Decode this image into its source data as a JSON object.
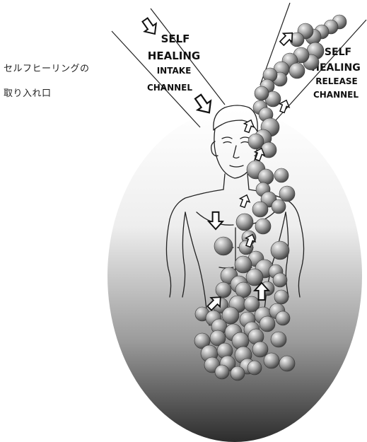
{
  "caption": {
    "line1": "セルフヒーリングの",
    "line2": "取り入れ口"
  },
  "intake_label": {
    "line1": "SELF",
    "line2": "HEALING",
    "line3": "INTAKE",
    "line4": "CHANNEL"
  },
  "release_label": {
    "line1": "SELF",
    "line2": "HEALING",
    "line3": "RELEASE",
    "line4": "CHANNEL"
  },
  "colors": {
    "aura_top": "#ffffff",
    "aura_bottom": "#2c2c2c",
    "sphere_light": "#e8e8e8",
    "sphere_dark": "#4a4a4a",
    "outline": "#111111"
  },
  "icons": [
    "down-arrow-icon",
    "up-arrow-icon",
    "sphere-icon"
  ]
}
